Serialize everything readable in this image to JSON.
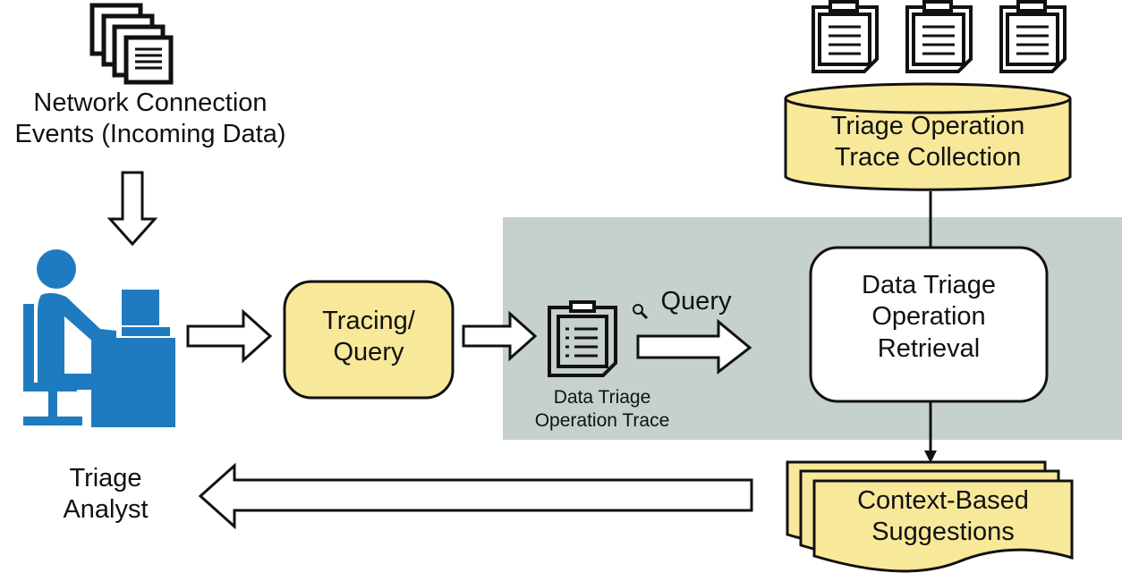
{
  "source": {
    "label_line1": "Network Connection",
    "label_line2": "Events (Incoming Data)"
  },
  "analyst": {
    "label_line1": "Triage",
    "label_line2": "Analyst"
  },
  "tracing": {
    "label_line1": "Tracing/",
    "label_line2": "Query"
  },
  "trace": {
    "label_line1": "Data Triage",
    "label_line2": "Operation Trace"
  },
  "query_label": "Query",
  "collection": {
    "label_line1": "Triage Operation",
    "label_line2": "Trace Collection"
  },
  "retrieval": {
    "label_line1": "Data Triage",
    "label_line2": "Operation",
    "label_line3": "Retrieval"
  },
  "suggestions": {
    "label_line1": "Context-Based",
    "label_line2": "Suggestions"
  },
  "colors": {
    "highlight_region": "#c5d0cf",
    "yellow_fill": "#f8e89a",
    "analyst_blue": "#1f7bbf",
    "stroke": "#111111"
  }
}
